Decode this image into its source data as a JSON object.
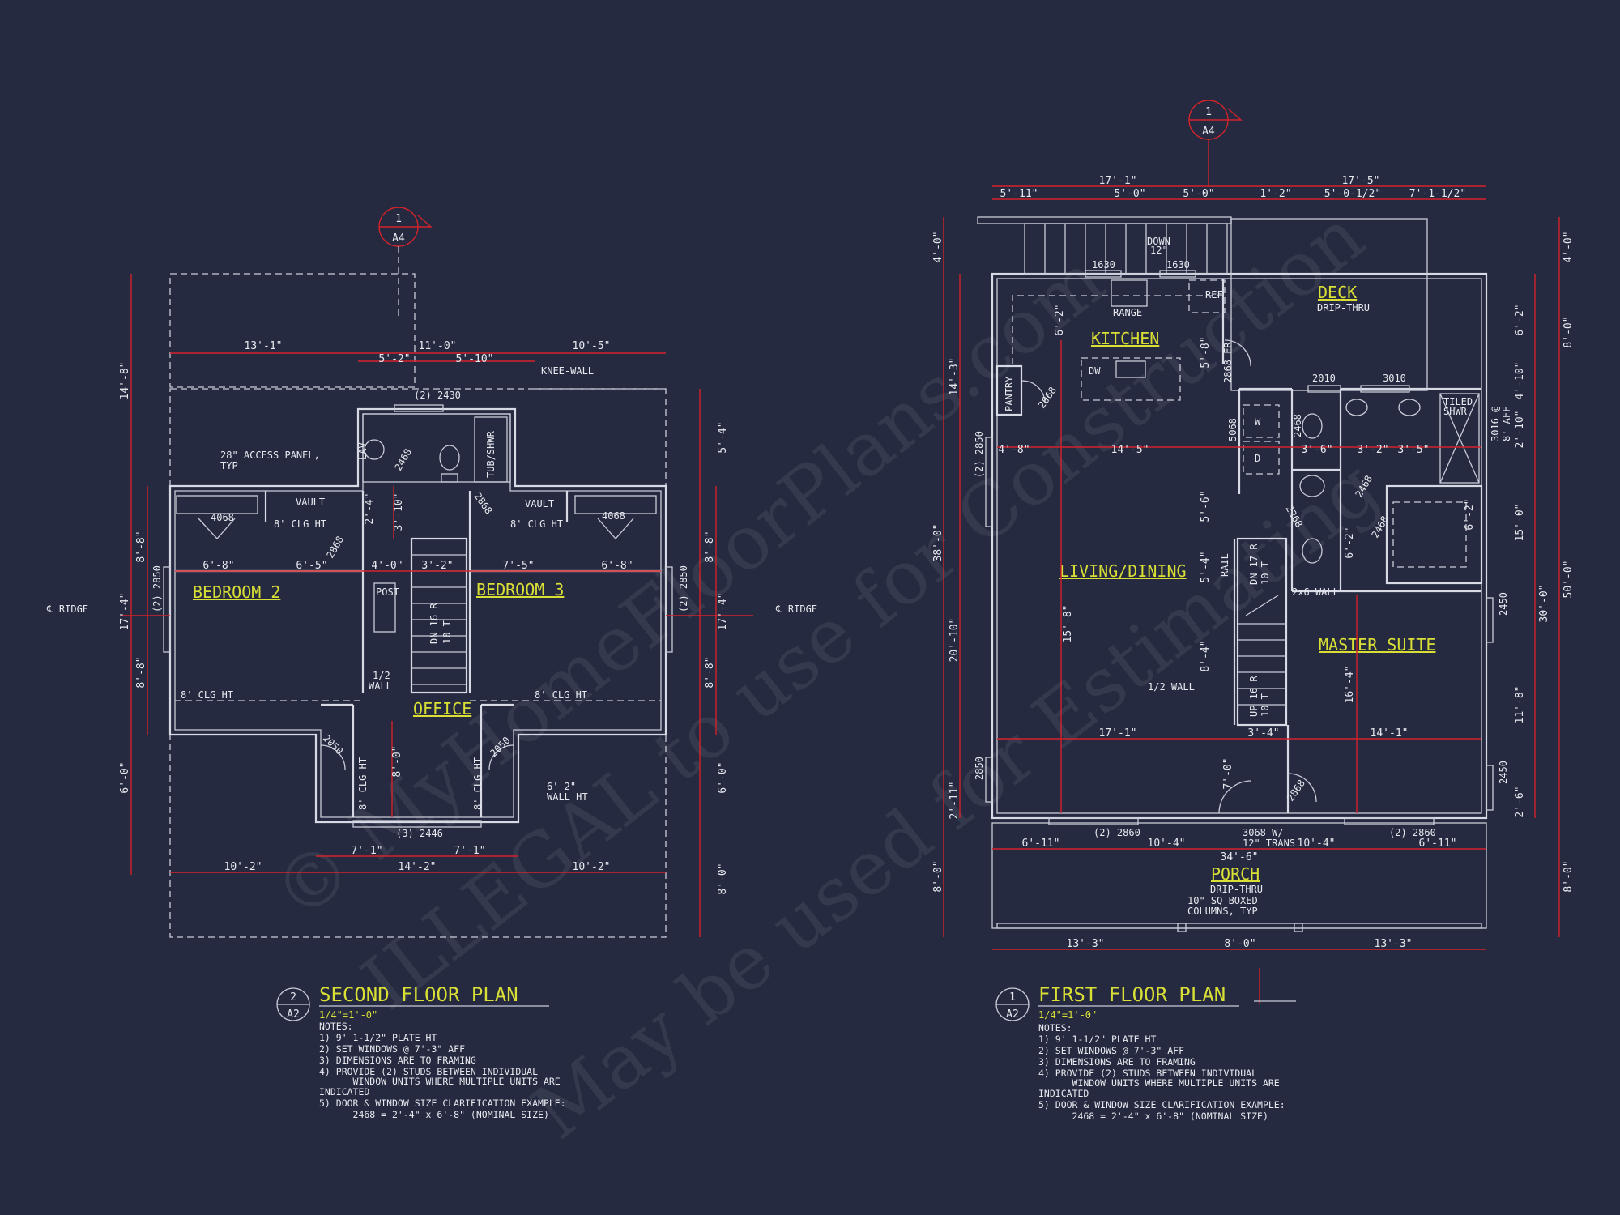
{
  "colors": {
    "background": "#262a40",
    "walls": "#d7dae4",
    "dimension_lines": "#d2232a",
    "room_labels": "#d9df35",
    "text": "#e8e9ef"
  },
  "watermark": {
    "line1": "© MyHomeFloorPlans.com",
    "line2": "ILLEGAL to use for Construction",
    "line3": "May be used for Estimating"
  },
  "section_markers": {
    "second": {
      "number": "1",
      "sheet": "A4"
    },
    "first": {
      "number": "1",
      "sheet": "A4"
    }
  },
  "second_floor": {
    "title": "SECOND FLOOR PLAN",
    "sheet_number": "2",
    "sheet": "A2",
    "scale": "1/4\"=1'-0\"",
    "notes_heading": "NOTES:",
    "notes": [
      "1) 9' 1-1/2\" PLATE HT",
      "2) SET WINDOWS @ 7'-3\" AFF",
      "3) DIMENSIONS ARE TO FRAMING",
      "4) PROVIDE (2) STUDS BETWEEN INDIVIDUAL",
      "      WINDOW UNITS WHERE MULTIPLE UNITS ARE",
      "INDICATED",
      "5) DOOR & WINDOW SIZE CLARIFICATION EXAMPLE:",
      "      2468 = 2'-4\" x 6'-8\" (NOMINAL SIZE)"
    ],
    "rooms": {
      "bedroom2": "BEDROOM 2",
      "bedroom3": "BEDROOM 3",
      "office": "OFFICE"
    },
    "labels": {
      "access_panel_1": "28\" ACCESS PANEL,",
      "access_panel_2": "TYP",
      "knee_wall": "KNEE-WALL",
      "window_top": "(2) 2430",
      "tub": "TUB/SHWR",
      "vault_l": "VAULT",
      "vault_r": "VAULT",
      "clg_8_l": "8' CLG HT",
      "clg_8_r": "8' CLG HT",
      "closet_l": "4068",
      "closet_r": "4068",
      "door_2468": "2468",
      "door_2868a": "2868",
      "door_2868b": "2868",
      "post": "POST",
      "stair_dn": "DN 16 R",
      "stair_num": "10 T",
      "half_wall_1": "1/2",
      "half_wall_2": "WALL",
      "clg_bot_l": "8' CLG HT",
      "clg_bot_r": "8' CLG HT",
      "ridge_l": "℄ RIDGE",
      "ridge_r": "℄ RIDGE",
      "win_l": "(2) 2850",
      "win_r": "(2) 2850",
      "door_2050a": "2050",
      "door_2050b": "2050",
      "clg_v_l": "8' CLG HT",
      "clg_v_r": "8' CLG HT",
      "wall_ht_1": "6'-2\"",
      "wall_ht_2": "WALL HT",
      "window_bot": "(3) 2446",
      "lav": "LAV"
    },
    "dims": {
      "top1": "13'-1\"",
      "top2": "11'-0\"",
      "top3": "10'-5\"",
      "top4": "5'-2\"",
      "top5": "5'-10\"",
      "left1": "14'-8\"",
      "left2": "8'-8\"",
      "left3": "17'-4\"",
      "left4": "8'-8\"",
      "left5": "6'-0\"",
      "mid1": "6'-8\"",
      "mid2": "6'-5\"",
      "mid3": "4'-0\"",
      "mid4": "3'-2\"",
      "mid5": "7'-5\"",
      "mid6": "6'-8\"",
      "v1": "2'-4\"",
      "v2": "3'-10\"",
      "v3": "8'-0\"",
      "right1": "5'-4\"",
      "right2": "8'-8\"",
      "right3": "17'-4\"",
      "right4": "8'-8\"",
      "right5": "6'-0\"",
      "right6": "8'-0\"",
      "bot1": "7'-1\"",
      "bot2": "7'-1\"",
      "bot3": "10'-2\"",
      "bot4": "14'-2\"",
      "bot5": "10'-2\""
    }
  },
  "first_floor": {
    "title": "FIRST FLOOR PLAN",
    "sheet_number": "1",
    "sheet": "A2",
    "scale": "1/4\"=1'-0\"",
    "notes_heading": "NOTES:",
    "notes": [
      "1) 9' 1-1/2\" PLATE HT",
      "2) SET WINDOWS @ 7'-3\" AFF",
      "3) DIMENSIONS ARE TO FRAMING",
      "4) PROVIDE (2) STUDS BETWEEN INDIVIDUAL",
      "      WINDOW UNITS WHERE MULTIPLE UNITS ARE",
      "INDICATED",
      "5) DOOR & WINDOW SIZE CLARIFICATION EXAMPLE:",
      "      2468 = 2'-4\" x 6'-8\" (NOMINAL SIZE)"
    ],
    "rooms": {
      "kitchen": "KITCHEN",
      "deck": "DECK",
      "living": "LIVING/DINING",
      "master": "MASTER SUITE",
      "porch": "PORCH"
    },
    "labels": {
      "drip_deck": "DRIP-THRU",
      "drip_porch": "DRIP-THRU",
      "down_1": "DOWN",
      "down_2": "12\"",
      "win_1630a": "1630",
      "win_1630b": "1630",
      "range": "RANGE",
      "ref": "REF",
      "dw": "DW",
      "pantry": "PANTRY",
      "door_2068": "2068",
      "door_2868fr": "2868 FR",
      "door_5068": "5068",
      "washer": "W",
      "dryer": "D",
      "win_2010": "2010",
      "win_3010": "3010",
      "tiled_1": "TILED",
      "tiled_2": "SHWR",
      "win_3016": "3016 @",
      "win_3016b": "8' AFF",
      "door_2468a": "2468",
      "door_2468b": "2468",
      "door_2468c": "2468",
      "door_2268": "2268",
      "rail": "RAIL",
      "stair_dn": "DN 17 R",
      "stair_dn2": "10 T",
      "wall_2x6": "2x6 WALL",
      "half_wall": "1/2 WALL",
      "stair_up": "UP 16 R",
      "stair_up2": "10 T",
      "win_2850a": "(2) 2850",
      "win_2850b": "2850",
      "win_2450a": "2450",
      "win_2450b": "2450",
      "win_2860a": "(2) 2860",
      "win_2860b": "(2) 2860",
      "door_3068_1": "3068 W/",
      "door_3068_2": "12\" TRANS",
      "door_2868": "2868",
      "columns_1": "10\" SQ BOXED",
      "columns_2": "COLUMNS, TYP"
    },
    "dims": {
      "top_a": "17'-1\"",
      "top_b": "17'-5\"",
      "top_1": "5'-11\"",
      "top_2": "5'-0\"",
      "top_3": "5'-0\"",
      "top_4": "1'-2\"",
      "top_5": "5'-0-1/2\"",
      "top_6": "7'-1-1/2\"",
      "left_1": "4'-0\"",
      "left_2": "14'-3\"",
      "left_3": "38'-0\"",
      "left_4": "20'-10\"",
      "left_5": "2'-11\"",
      "left_6": "6'-2\"",
      "left_7": "8'-0\"",
      "mid_1": "4'-8\"",
      "mid_2": "14'-5\"",
      "mid_3": "3'-6\"",
      "mid_4": "3'-2\"",
      "mid_5": "3'-5\"",
      "mid_6": "17'-1\"",
      "mid_7": "3'-4\"",
      "mid_8": "14'-1\"",
      "v_1": "15'-8\"",
      "v_2": "16'-4\"",
      "v_3": "7'-0\"",
      "v_4": "6'-2\"",
      "v_5": "5'-8\"",
      "v_6": "5'-6\"",
      "v_7": "5'-4\"",
      "v_8": "6'-2\"",
      "v_9": "8'-4\"",
      "right_1": "4'-0\"",
      "right_2": "6'-2\"",
      "right_3": "8'-0\"",
      "right_4": "4'-10\"",
      "right_5": "2'-10\"",
      "right_6": "15'-0\"",
      "right_7": "30'-0\"",
      "right_8": "50'-0\"",
      "right_9": "11'-8\"",
      "right_10": "2'-6\"",
      "right_11": "8'-0\"",
      "bot_1": "6'-11\"",
      "bot_2": "10'-4\"",
      "bot_3": "10'-4\"",
      "bot_4": "6'-11\"",
      "bot_5": "34'-6\"",
      "bot_6": "13'-3\"",
      "bot_7": "8'-0\"",
      "bot_8": "13'-3\""
    }
  }
}
